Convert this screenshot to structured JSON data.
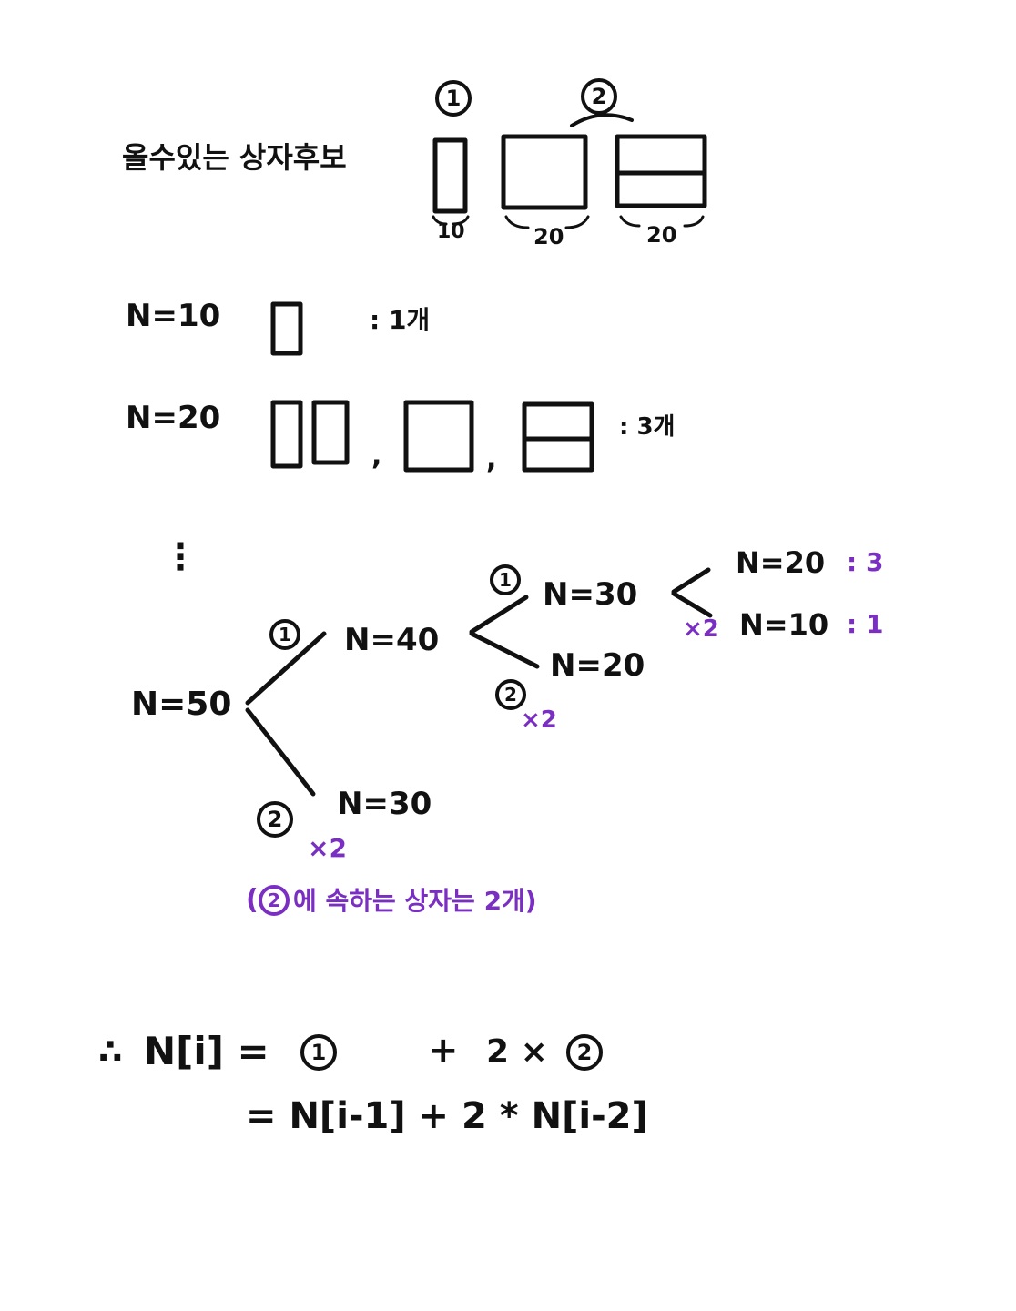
{
  "header": {
    "title": "올수있는 상자후보"
  },
  "candidates": [
    {
      "marker": "1",
      "width_label": "10"
    },
    {
      "marker": "2",
      "width_label": "20"
    },
    {
      "width_label": "20"
    }
  ],
  "cases": {
    "n10": {
      "label": "N=10",
      "count": ": 1개"
    },
    "n20": {
      "label": "N=20",
      "count": ": 3개",
      "separator": ","
    },
    "ellipsis": "⋮"
  },
  "tree": {
    "root": "N=50",
    "n40": "N=40",
    "n30_lower": "N=30",
    "n30_upper": "N=30",
    "n20_mid": "N=20",
    "n20_leaf": "N=20",
    "n10_leaf": "N=10",
    "n20_leaf_value": ": 3",
    "n10_leaf_value": ": 1",
    "multiplier": "×2",
    "branch_marker_1": "1",
    "branch_marker_2": "2",
    "note_marker": "2",
    "note_text": "에 속하는 상자는 2개)",
    "note_open": "("
  },
  "formula": {
    "therefore": "∴",
    "lhs": "N[i] =",
    "term1_marker": "1",
    "plus": "+",
    "coef": "2 ×",
    "term2_marker": "2",
    "line2": "= N[i-1] + 2 * N[i-2]"
  },
  "colors": {
    "ink": "#111111",
    "accent": "#7a2fc2"
  }
}
